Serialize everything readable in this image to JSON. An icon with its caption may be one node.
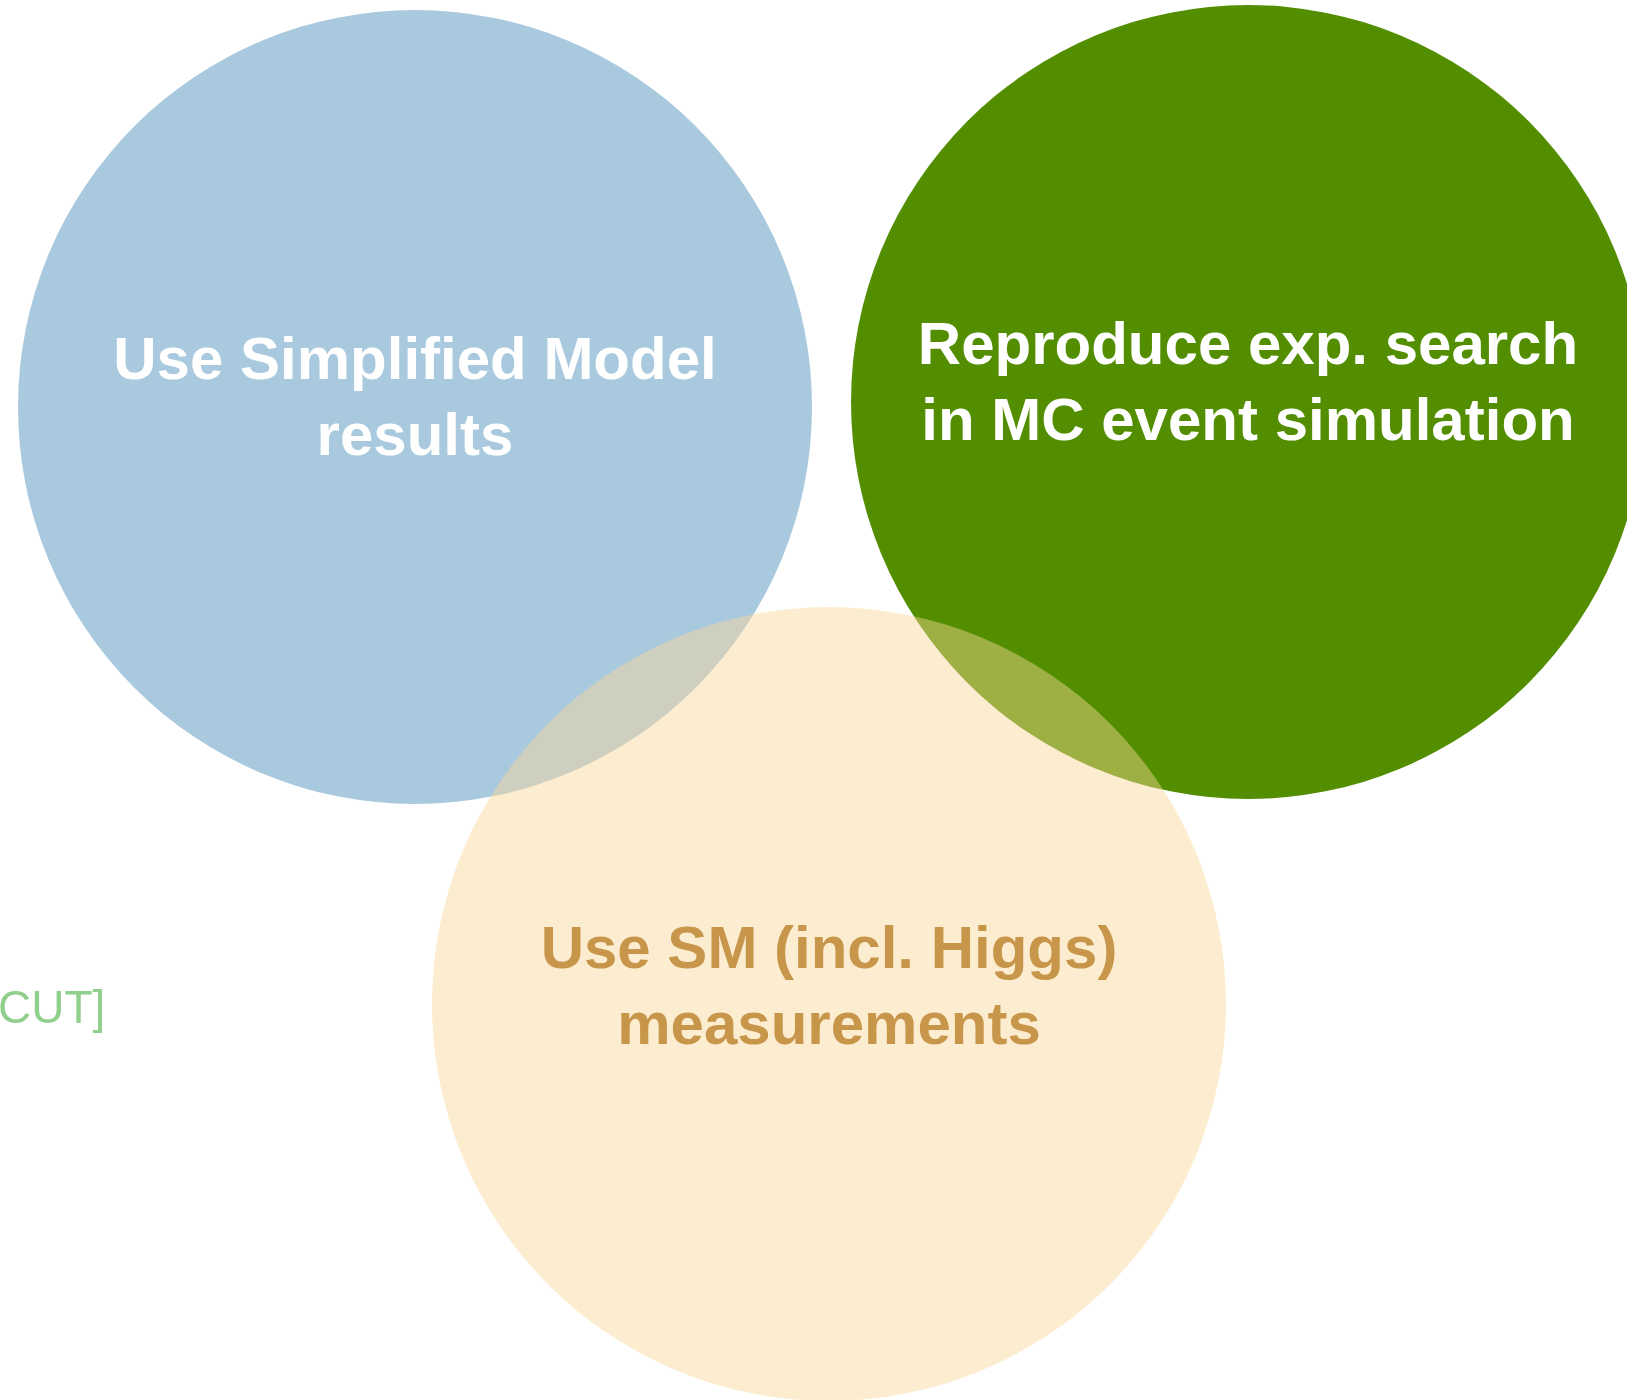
{
  "diagram": {
    "nodes": [
      {
        "text": [
          "Use Simplified Model results"
        ]
      },
      {
        "text": [
          "Reproduce exp. search in MC event simulation"
        ]
      },
      {
        "text": [
          "Use SM (incl. Higgs) measurements"
        ]
      }
    ],
    "labels": [
      "CUT]"
    ]
  }
}
